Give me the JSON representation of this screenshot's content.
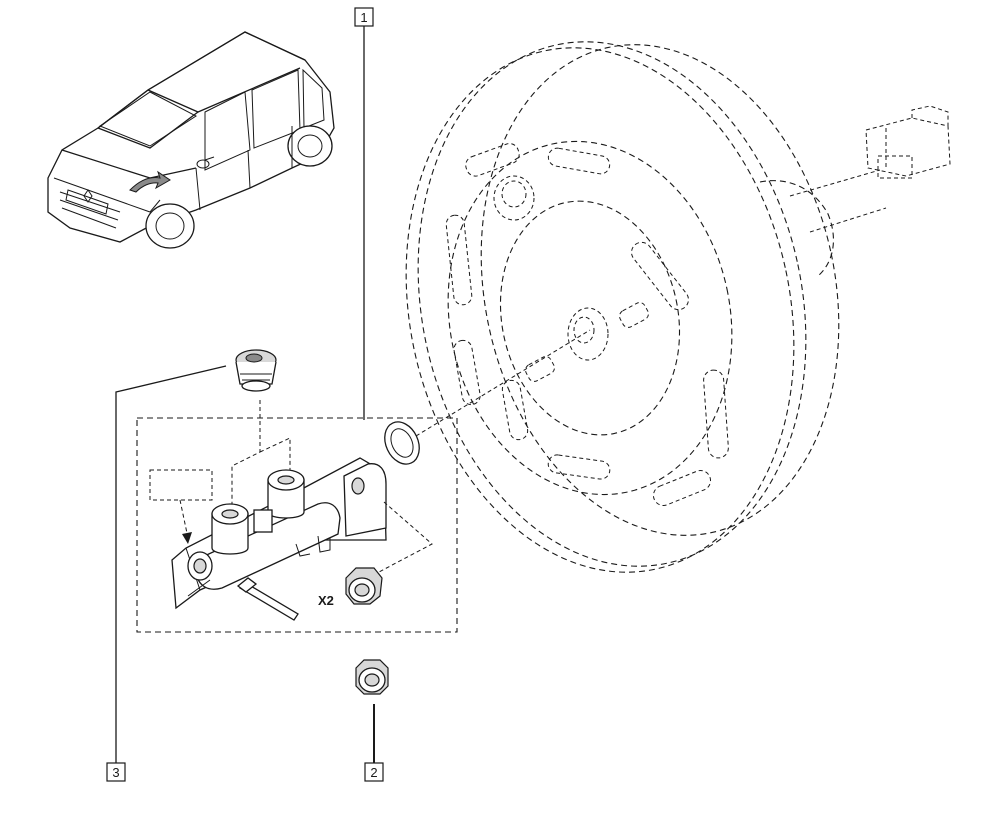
{
  "callouts": {
    "c1": "1",
    "c2": "2",
    "c3": "3"
  },
  "quantity_label": "X2",
  "icons": {
    "vehicle": "car-hatchback-icon",
    "booster": "brake-booster-icon",
    "master_cylinder": "master-cylinder-icon",
    "cap": "reservoir-plug-icon",
    "nut": "nut-icon",
    "seal": "seal-ring-icon"
  }
}
